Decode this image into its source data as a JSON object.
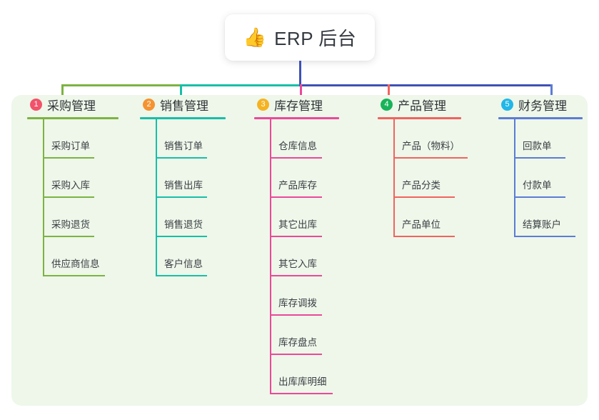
{
  "title": {
    "icon": "thumbs-up-icon",
    "icon_glyph": "👍",
    "text": "ERP 后台"
  },
  "colors": {
    "page_background": "#ffffff",
    "panel_background": "#eef7ea",
    "title_card_background": "#ffffff",
    "title_text": "#343a40",
    "trunk_line": "#3f51b5",
    "branch_1": "#7cb342",
    "branch_2": "#18bfa8",
    "branch_3": "#ec4899",
    "branch_4": "#f2635e",
    "branch_5": "#5c7cd4"
  },
  "columns": [
    {
      "number": "1",
      "label": "采购管理",
      "badge_color": "#f2526a",
      "accent_color": "#7cb342",
      "head_rule_width": 128,
      "items": [
        {
          "label": "采购订单",
          "rule_width": 72
        },
        {
          "label": "采购入库",
          "rule_width": 72
        },
        {
          "label": "采购退货",
          "rule_width": 72
        },
        {
          "label": "供应商信息",
          "rule_width": 87
        }
      ]
    },
    {
      "number": "2",
      "label": "销售管理",
      "badge_color": "#f59331",
      "accent_color": "#18bfa8",
      "head_rule_width": 120,
      "items": [
        {
          "label": "销售订单",
          "rule_width": 72
        },
        {
          "label": "销售出库",
          "rule_width": 72
        },
        {
          "label": "销售退货",
          "rule_width": 72
        },
        {
          "label": "客户信息",
          "rule_width": 72
        }
      ]
    },
    {
      "number": "3",
      "label": "库存管理",
      "badge_color": "#f5b321",
      "accent_color": "#ec4899",
      "head_rule_width": 119,
      "items": [
        {
          "label": "仓库信息",
          "rule_width": 73
        },
        {
          "label": "产品库存",
          "rule_width": 73
        },
        {
          "label": "其它出库",
          "rule_width": 73
        },
        {
          "label": "其它入库",
          "rule_width": 73
        },
        {
          "label": "库存调拨",
          "rule_width": 73
        },
        {
          "label": "库存盘点",
          "rule_width": 73
        },
        {
          "label": "出库库明细",
          "rule_width": 88
        }
      ]
    },
    {
      "number": "4",
      "label": "产品管理",
      "badge_color": "#19b35a",
      "accent_color": "#f2635e",
      "head_rule_width": 117,
      "items": [
        {
          "label": "产品（物料）",
          "rule_width": 104
        },
        {
          "label": "产品分类",
          "rule_width": 86
        },
        {
          "label": "产品单位",
          "rule_width": 86
        }
      ]
    },
    {
      "number": "5",
      "label": "财务管理",
      "badge_color": "#22b7e8",
      "accent_color": "#5c7cd4",
      "head_rule_width": 118,
      "items": [
        {
          "label": "回款单",
          "rule_width": 72
        },
        {
          "label": "付款单",
          "rule_width": 72
        },
        {
          "label": "结算账户",
          "rule_width": 86
        }
      ]
    }
  ]
}
